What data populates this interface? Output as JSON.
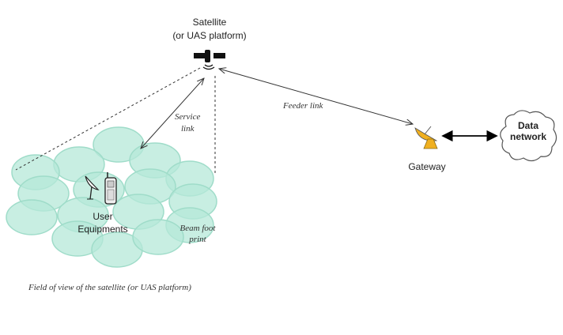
{
  "satellite": {
    "line1": "Satellite",
    "line2": "(or UAS platform)"
  },
  "links": {
    "service_line1": "Service",
    "service_line2": "link",
    "feeder": "Feeder link"
  },
  "user_equipments": {
    "line1": "User",
    "line2": "Equipments"
  },
  "beam": {
    "line1": "Beam foot",
    "line2": "print"
  },
  "gateway": {
    "label": "Gateway"
  },
  "data_network": {
    "line1": "Data",
    "line2": "network"
  },
  "caption": "Field of view of the satellite (or UAS platform)",
  "colors": {
    "cell": "#b5e8d8",
    "gateway_dish": "#f0b020"
  }
}
